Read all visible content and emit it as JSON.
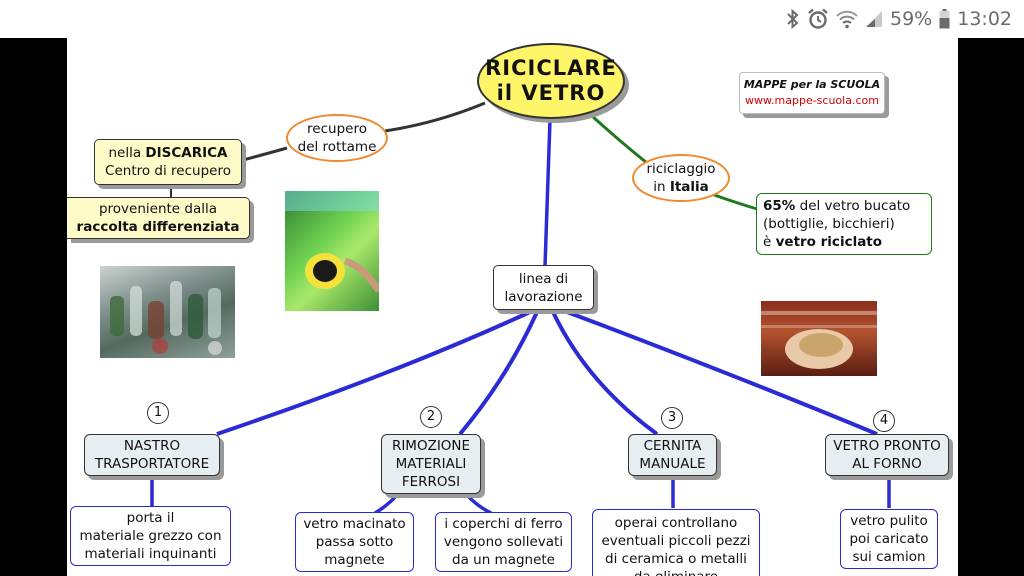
{
  "status_bar": {
    "battery": "59%",
    "time": "13:02",
    "icons": [
      "bluetooth-icon",
      "alarm-icon",
      "wifi-icon",
      "signal-icon",
      "battery-icon"
    ]
  },
  "diagram": {
    "title_line1": "RICICLARE",
    "title_line2": "il VETRO",
    "brand_title": "MAPPE per la SCUOLA",
    "brand_url": "www.mappe-scuola.com",
    "recupero_oval": [
      "recupero",
      "del rottame"
    ],
    "discarica_box": {
      "line1_pre": "nella ",
      "line1_bold": "DISCARICA",
      "line2": "Centro di recupero"
    },
    "raccolta_box": {
      "line1": "proveniente dalla",
      "line2_bold": "raccolta differenziata"
    },
    "riciclaggio_oval": {
      "line1": "riciclaggio",
      "line2_pre": "in ",
      "line2_bold": "Italia"
    },
    "percent_box": {
      "line1_bold": "65%",
      "line1_rest": " del vetro bucato",
      "line2": "(bottiglie, bicchieri)",
      "line3_pre": "è ",
      "line3_bold": "vetro riciclato"
    },
    "linea_box": [
      "linea di",
      "lavorazione"
    ],
    "steps": [
      {
        "number": "1",
        "label": [
          "NASTRO",
          "TRASPORTATORE"
        ]
      },
      {
        "number": "2",
        "label": [
          "RIMOZIONE",
          "MATERIALI",
          "FERROSI"
        ]
      },
      {
        "number": "3",
        "label": [
          "CERNITA",
          "MANUALE"
        ]
      },
      {
        "number": "4",
        "label": [
          "VETRO PRONTO",
          "AL FORNO"
        ]
      }
    ],
    "details": [
      [
        "porta il",
        "materiale grezzo con",
        "materiali inquinanti"
      ],
      [
        "vetro macinato",
        "passa sotto",
        "magnete"
      ],
      [
        "i coperchi di ferro",
        "vengono sollevati",
        "da un magnete"
      ],
      [
        "operai controllano",
        "eventuali piccoli pezzi",
        "di ceramica o metalli",
        "da eliminare"
      ],
      [
        "vetro pulito",
        "poi caricato",
        "sui camion"
      ]
    ],
    "colors": {
      "title": "#fff569",
      "branch_recupero": "#333333",
      "branch_italia": "#1f7a1f",
      "branch_linea": "#2b2bd6",
      "oval_border": "#f08a2a"
    }
  }
}
